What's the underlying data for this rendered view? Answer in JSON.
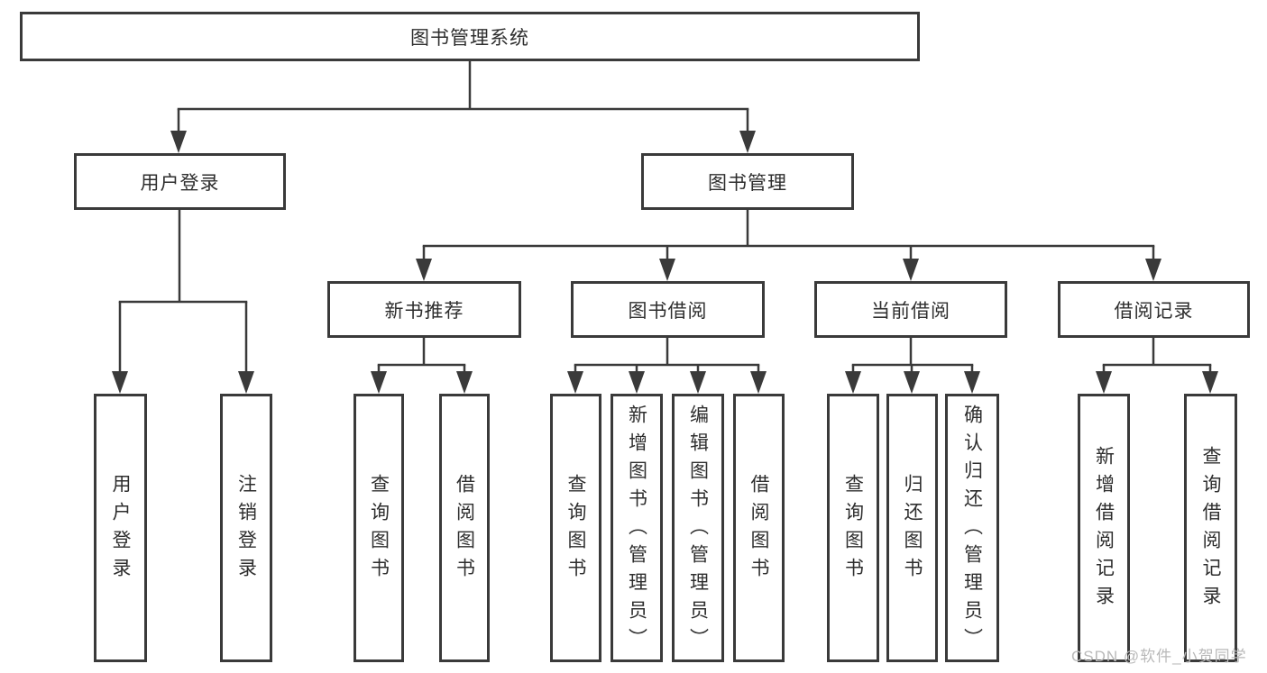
{
  "tree": {
    "root": {
      "label": "图书管理系统",
      "children": [
        {
          "label": "用户登录",
          "children": [
            {
              "label": "用户登录"
            },
            {
              "label": "注销登录"
            }
          ]
        },
        {
          "label": "图书管理",
          "children": [
            {
              "label": "新书推荐",
              "children": [
                {
                  "label": "查询图书"
                },
                {
                  "label": "借阅图书"
                }
              ]
            },
            {
              "label": "图书借阅",
              "children": [
                {
                  "label": "查询图书"
                },
                {
                  "label": "新增图书（管理员）"
                },
                {
                  "label": "编辑图书（管理员）"
                },
                {
                  "label": "借阅图书"
                }
              ]
            },
            {
              "label": "当前借阅",
              "children": [
                {
                  "label": "查询图书"
                },
                {
                  "label": "归还图书"
                },
                {
                  "label": "确认归还（管理员）"
                }
              ]
            },
            {
              "label": "借阅记录",
              "children": [
                {
                  "label": "新增借阅记录"
                },
                {
                  "label": "查询借阅记录"
                }
              ]
            }
          ]
        }
      ]
    }
  },
  "watermark": "CSDN @软件_小贺同学",
  "colors": {
    "line": "#3a3a3a",
    "text": "#2e2e2e",
    "watermark": "#b9b9b9",
    "background": "#ffffff"
  }
}
